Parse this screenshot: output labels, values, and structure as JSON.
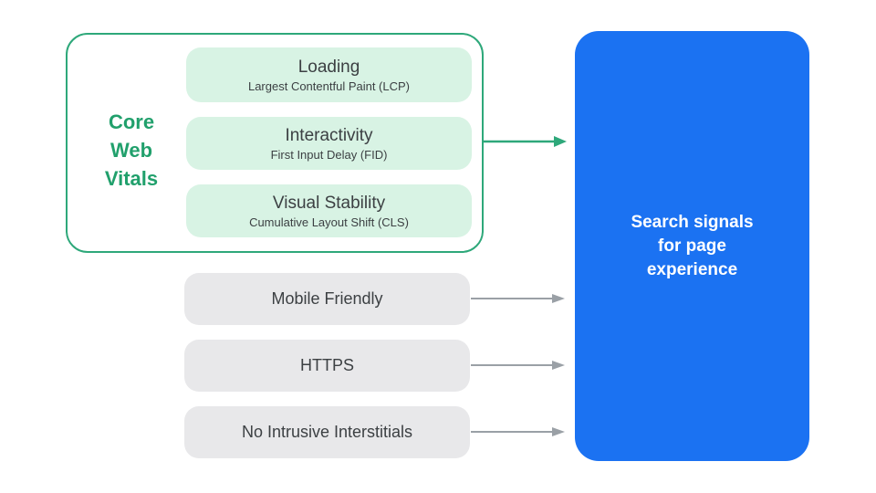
{
  "diagram": {
    "core_web_vitals": {
      "group_label": "Core\nWeb\nVitals",
      "items": [
        {
          "title": "Loading",
          "subtitle": "Largest Contentful Paint (LCP)"
        },
        {
          "title": "Interactivity",
          "subtitle": "First Input Delay (FID)"
        },
        {
          "title": "Visual Stability",
          "subtitle": "Cumulative Layout Shift (CLS)"
        }
      ]
    },
    "other_signals": [
      {
        "label": "Mobile Friendly"
      },
      {
        "label": "HTTPS"
      },
      {
        "label": "No Intrusive Interstitials"
      }
    ],
    "result_box": {
      "label": "Search signals\nfor page\nexperience"
    },
    "colors": {
      "green": "#21A06C",
      "green_border": "#2EA87A",
      "light_green": "#D8F3E4",
      "gray_box": "#E8E8EA",
      "arrow_gray": "#9AA0A6",
      "blue": "#1B72F2",
      "dark_text": "#3C4043",
      "white_text": "#FFFFFF"
    }
  }
}
